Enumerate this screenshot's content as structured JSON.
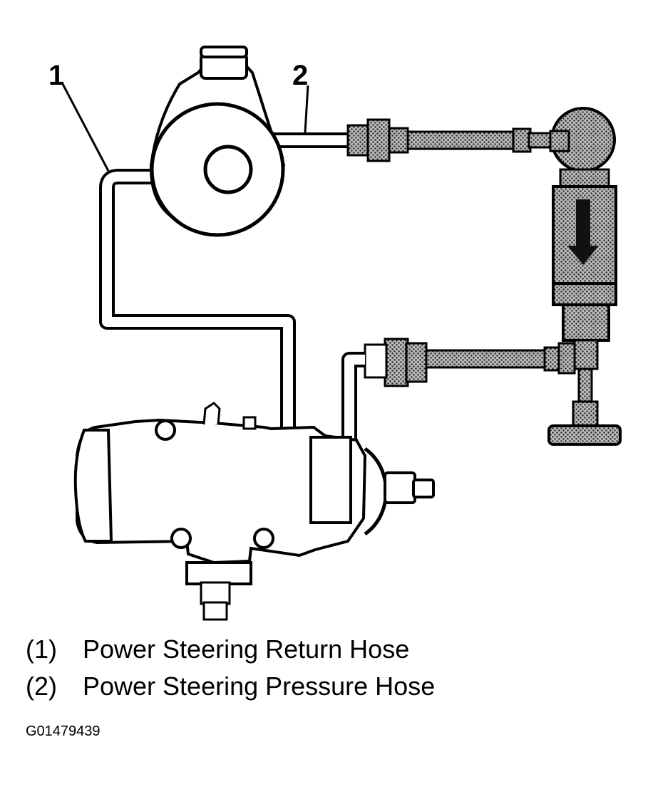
{
  "callouts": [
    "1",
    "2"
  ],
  "legend": [
    {
      "number": "(1)",
      "label": "Power Steering Return Hose"
    },
    {
      "number": "(2)",
      "label": "Power Steering Pressure Hose"
    }
  ],
  "figure_id": "G01479439",
  "colors": {
    "line": "#000000",
    "fill": "#ffffff",
    "shade": "#9a9a9a"
  }
}
